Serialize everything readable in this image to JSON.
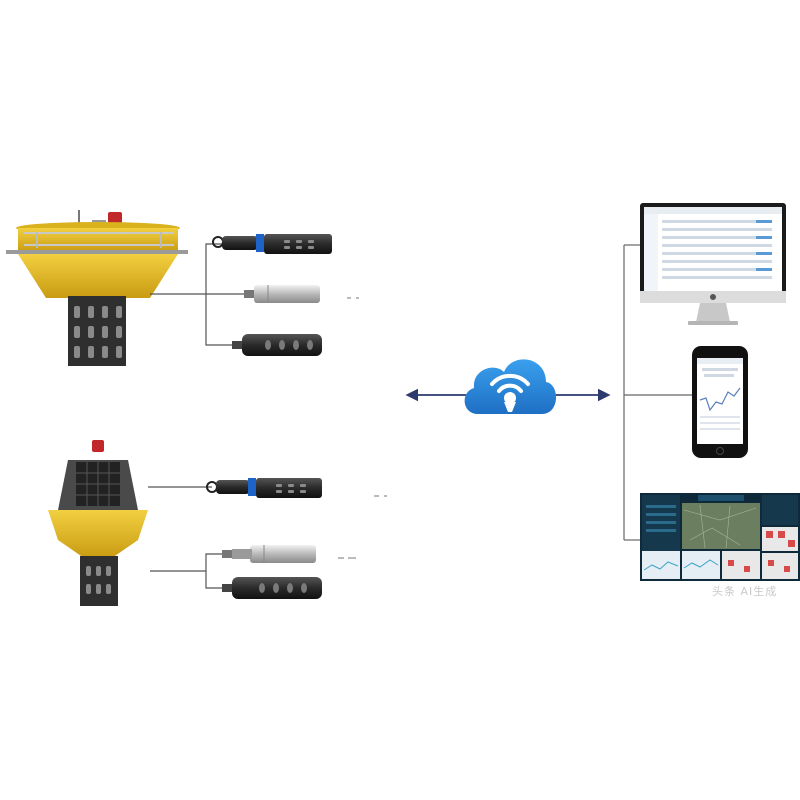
{
  "diagram": {
    "description_free": true,
    "devices": [
      {
        "kind": "buoy-round",
        "sensors": [
          "optical-probe",
          "steel-probe",
          "perforated-probe"
        ]
      },
      {
        "kind": "buoy-solar",
        "sensors": [
          "optical-probe",
          "steel-probe",
          "perforated-probe"
        ]
      }
    ],
    "hub": {
      "icon": "cloud-wifi-icon"
    },
    "clients": [
      "desktop-monitor",
      "smartphone",
      "dashboard-screen"
    ]
  },
  "watermark": "头条 AI生成",
  "colors": {
    "buoy_yellow": "#e8c02a",
    "buoy_dark": "#2b2b2b",
    "cloud_blue": "#2f88d8",
    "arrow": "#2c3a6e",
    "line": "#666666"
  }
}
